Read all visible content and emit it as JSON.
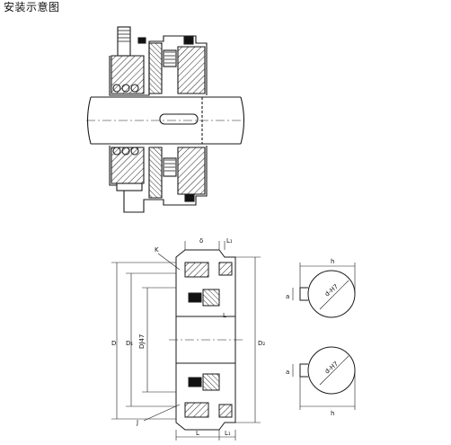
{
  "page": {
    "title": "安装示意图"
  },
  "labels": {
    "k": "K",
    "delta": "δ",
    "l1_top": "L₁",
    "d_outer": "D",
    "d1": "D₁",
    "dj": "DJ47",
    "d2": "D₂",
    "j": "J",
    "l_bottom": "L",
    "l1_bottom": "L₁",
    "l_right": "L",
    "h_top": "h",
    "a_top": "a",
    "h_bottom": "h",
    "a_bottom": "a",
    "d_key_top": "d-H7",
    "d_key_bottom": "d-H7"
  },
  "colors": {
    "line": "#1a1a1a",
    "background": "#ffffff"
  }
}
